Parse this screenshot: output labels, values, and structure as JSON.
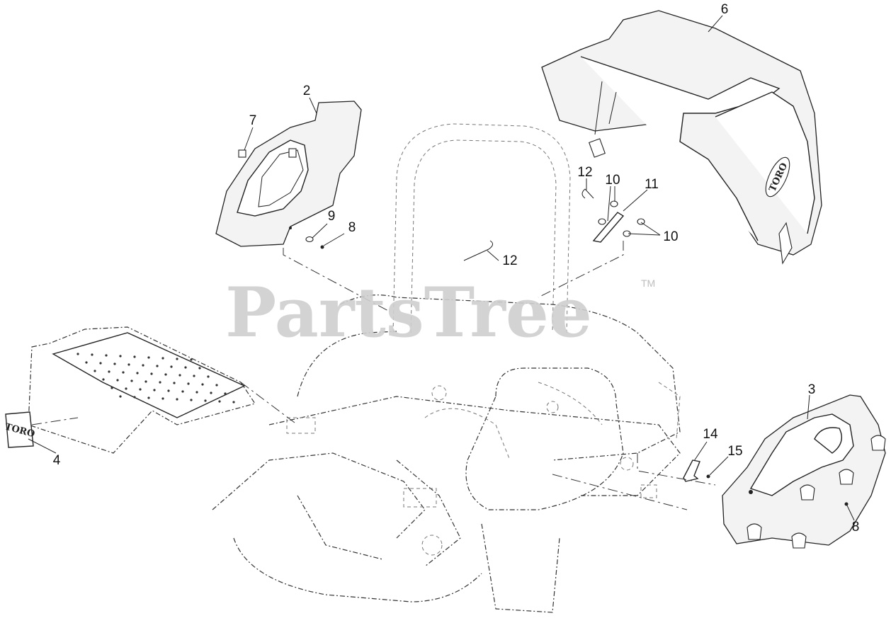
{
  "watermark": {
    "text": "PartsTree",
    "trademark": "TM"
  },
  "callouts": {
    "c2": "2",
    "c3": "3",
    "c4": "4",
    "c6": "6",
    "c7": "7",
    "c8a": "8",
    "c8b": "8",
    "c9": "9",
    "c10a": "10",
    "c10b": "10",
    "c11": "11",
    "c12a": "12",
    "c12b": "12",
    "c14": "14",
    "c15": "15"
  },
  "decals": {
    "brand": "TORO"
  }
}
